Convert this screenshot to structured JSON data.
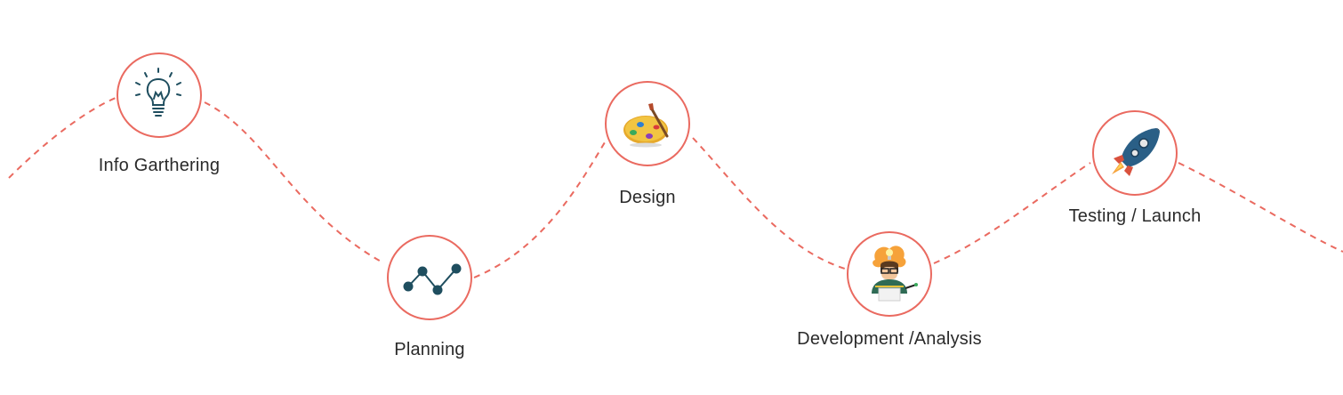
{
  "diagram": {
    "path_color": "#ea6a60",
    "steps": [
      {
        "label": "Info Garthering",
        "icon": "lightbulb-icon"
      },
      {
        "label": "Planning",
        "icon": "line-graph-icon"
      },
      {
        "label": "Design",
        "icon": "paint-palette-icon"
      },
      {
        "label": "Development /Analysis",
        "icon": "developer-avatar-icon"
      },
      {
        "label": "Testing / Launch",
        "icon": "rocket-icon"
      }
    ]
  }
}
